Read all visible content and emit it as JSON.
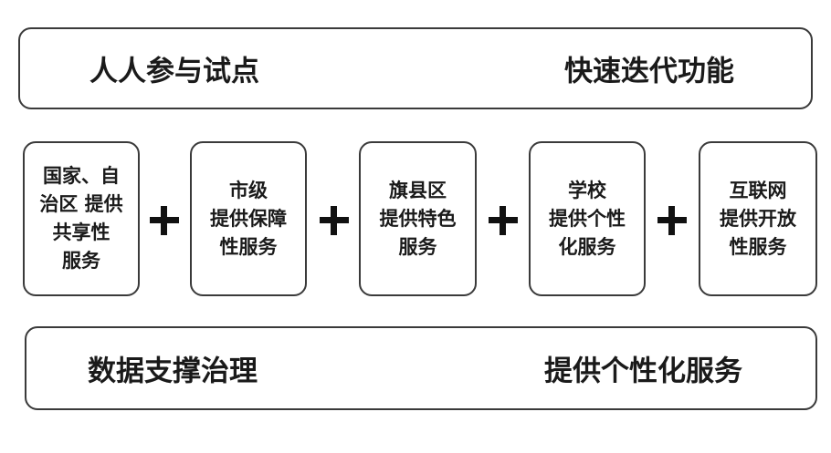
{
  "top_banner": {
    "left_text": "人人参与试点",
    "right_text": "快速迭代功能"
  },
  "boxes": [
    {
      "lines": [
        "国家、自",
        "治区 提供",
        "共享性",
        "服务"
      ]
    },
    {
      "lines": [
        "市级",
        "提供保障",
        "性服务"
      ]
    },
    {
      "lines": [
        "旗县区",
        "提供特色",
        "服务"
      ]
    },
    {
      "lines": [
        "学校",
        "提供个性",
        "化服务"
      ]
    },
    {
      "lines": [
        "互联网",
        "提供开放",
        "性服务"
      ]
    }
  ],
  "bottom_banner": {
    "left_text": "数据支撑治理",
    "right_text": "提供个性化服务"
  }
}
